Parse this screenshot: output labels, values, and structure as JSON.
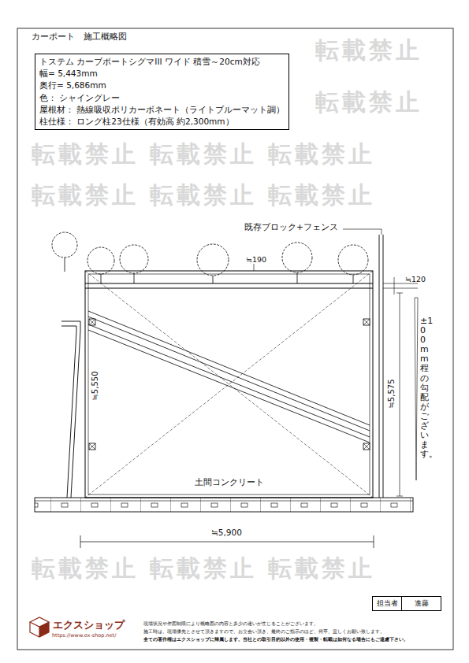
{
  "diagram": {
    "title": "カーポート　施工概略図",
    "nodes": [
      {
        "text": [
          "トステム カーブポートシグマIII ワイド 積雪～20cm対応",
          "幅= 5,443mm",
          "奥行= 5,686mm",
          "色： シャイングレー",
          "屋根材： 熱線吸収ポリカーボネート（ライトブルーマット調）",
          "柱仕様： ロング柱23仕様（有効高 約2,300mm）"
        ]
      },
      {
        "text": [
          "担当者"
        ]
      },
      {
        "text": [
          "進藤"
        ]
      }
    ],
    "labels": [
      "既存ブロック+フェンス",
      "≒190",
      "≒120",
      "≒5,550",
      "≒5,575",
      "±100mm程の勾配がございます。",
      "土間コンクリート",
      "≒5,900",
      "エクスショップ",
      "https://www.ex-shop.net/",
      "現場状況や作図制限により概略図の内容と多少の違いが生じることがございます。",
      "施工時は、現場優先とさせて頂きますので、お立会い頂き、最終のご指示のほど、何卒、宜しくお願い致します。",
      "全ての著作権はエクスショップに帰属します。当社との取引目的以外の使用・複製・転載は如何なる場合にもご遠慮下さい。",
      "転載禁止",
      "転載禁止",
      "転載禁止",
      "転載禁止",
      "転載禁止",
      "転載禁止",
      "転載禁止",
      "転載禁止",
      "転載禁止",
      "転載禁止",
      "転載禁止"
    ]
  }
}
